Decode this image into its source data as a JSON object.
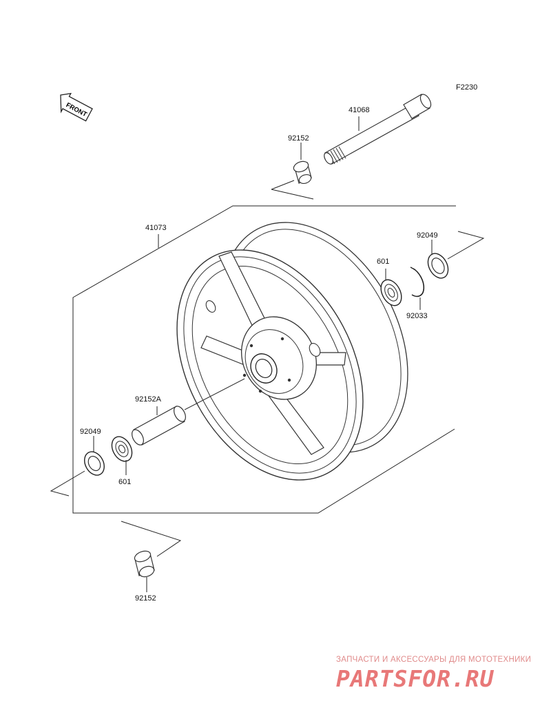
{
  "figure_code": "F2230",
  "front_tag": "FRONT",
  "parts": {
    "axle": "41068",
    "collar_top": "92152",
    "wheel": "41073",
    "oil_seal_right": "92049",
    "bearing_right": "601",
    "circlip": "92033",
    "spacer": "92152A",
    "oil_seal_left": "92049",
    "bearing_left": "601",
    "collar_bottom": "92152"
  },
  "watermark": {
    "tagline": "ЗАПЧАСТИ И АКСЕССУАРЫ ДЛЯ МОТОТЕХНИКИ",
    "logo": "PARTSFOR.RU"
  }
}
